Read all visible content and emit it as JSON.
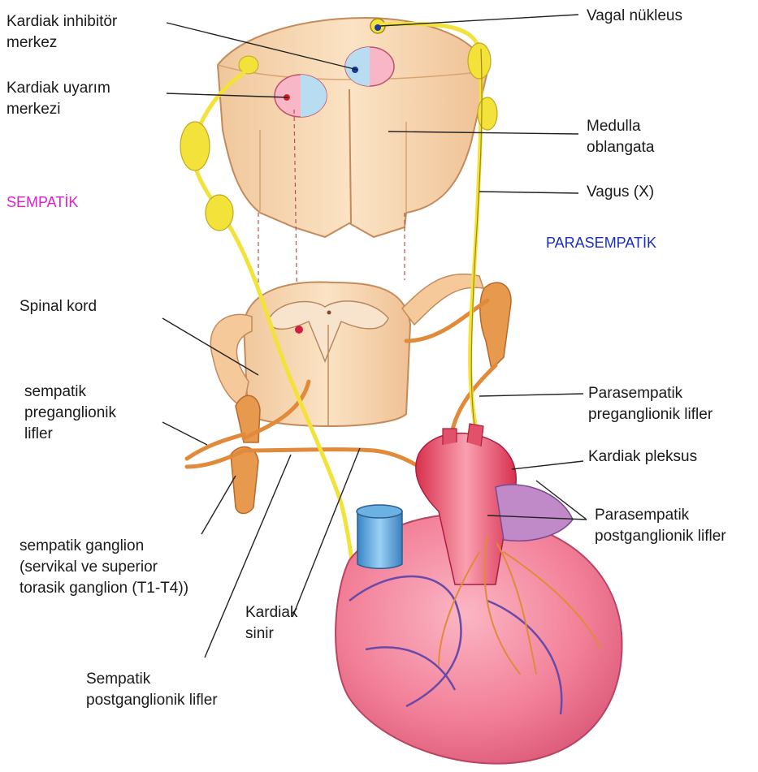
{
  "labels": {
    "kardiak_inhibitor": [
      "Kardiak inhibitör",
      "merkez"
    ],
    "kardiak_uyarim": [
      "Kardiak uyarım",
      "merkezi"
    ],
    "vagal_nukleus": [
      "Vagal nükleus"
    ],
    "medulla": [
      "Medulla",
      "oblangata"
    ],
    "vagus": [
      "Vagus (X)"
    ],
    "spinal_kord": [
      "Spinal kord"
    ],
    "sempatik_pregang": [
      "sempatik",
      "preganglionik",
      "lifler"
    ],
    "parasempatik_pregang": [
      "Parasempatik",
      "preganglionik lifler"
    ],
    "kardiak_pleksus": [
      "Kardiak pleksus"
    ],
    "parasempatik_postgang": [
      "Parasempatik",
      "postganglionik lifler"
    ],
    "sempatik_ganglion": [
      "sempatik ganglion",
      "(servikal ve superior",
      "torasik ganglion (T1-T4))"
    ],
    "kardiak_sinir": [
      "Kardiak",
      "sinir"
    ],
    "sempatik_postgang": [
      "Sempatik",
      "postganglionik lifler"
    ]
  },
  "sections": {
    "sempatik": "SEMPATİK",
    "parasempatik": "PARASEMPATİK"
  },
  "colors": {
    "sempatik": "#e020d0",
    "parasempatik": "#1a2ec0",
    "nerve_yellow": "#f2e23a",
    "nerve_orange": "#e08a3a",
    "tissue": "#f5d2a8",
    "heart": "#f07890",
    "vessel_blue": "#5aa8e0"
  }
}
